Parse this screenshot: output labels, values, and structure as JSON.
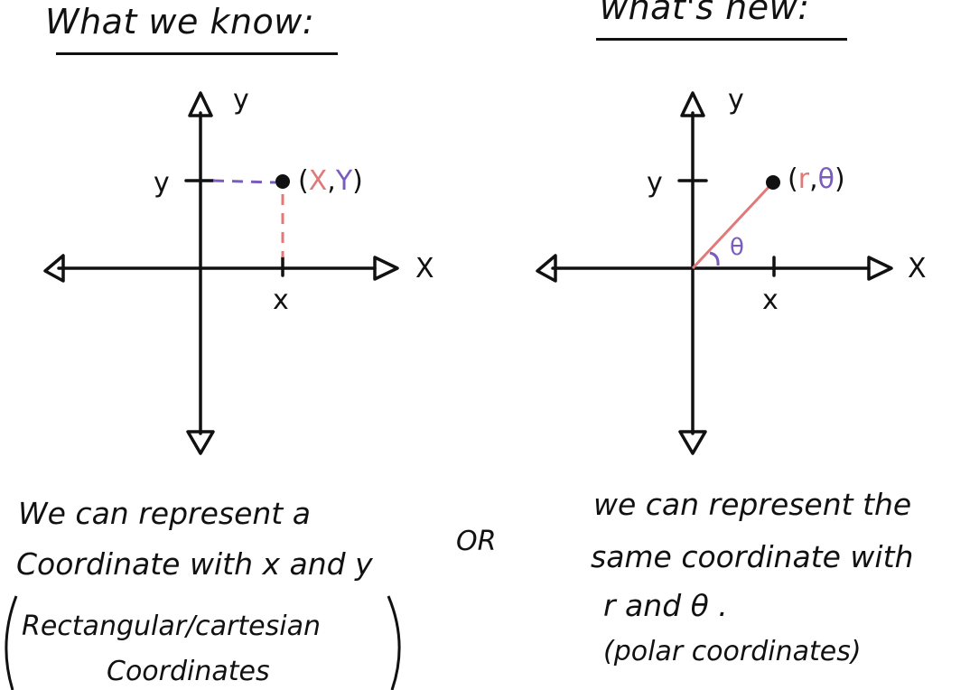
{
  "left": {
    "heading": "What we know:",
    "axis_x": "X",
    "axis_y": "y",
    "tick_x": "x",
    "tick_y": "y",
    "point_open": "(",
    "point_x": "X",
    "point_comma": ",",
    "point_y": "Y",
    "point_close": ")",
    "line1": "We can represent a",
    "line2": "Coordinate with x and y",
    "paren_line1": "Rectangular/cartesian",
    "paren_line2": "Coordinates"
  },
  "middle": {
    "or": "OR"
  },
  "right": {
    "heading": "what's new:",
    "axis_x": "X",
    "axis_y": "y",
    "tick_x": "x",
    "tick_y": "y",
    "angle_label": "θ",
    "point_open": "(",
    "point_r": "r",
    "point_comma": ",",
    "point_theta": "θ",
    "point_close": ")",
    "line1": "we can represent the",
    "line2": "same coordinate with",
    "line3": "r and θ .",
    "paren_line": "(polar coordinates)"
  },
  "colors": {
    "ink": "#111111",
    "pink": "#e07a7a",
    "purple": "#7a5cc0"
  }
}
